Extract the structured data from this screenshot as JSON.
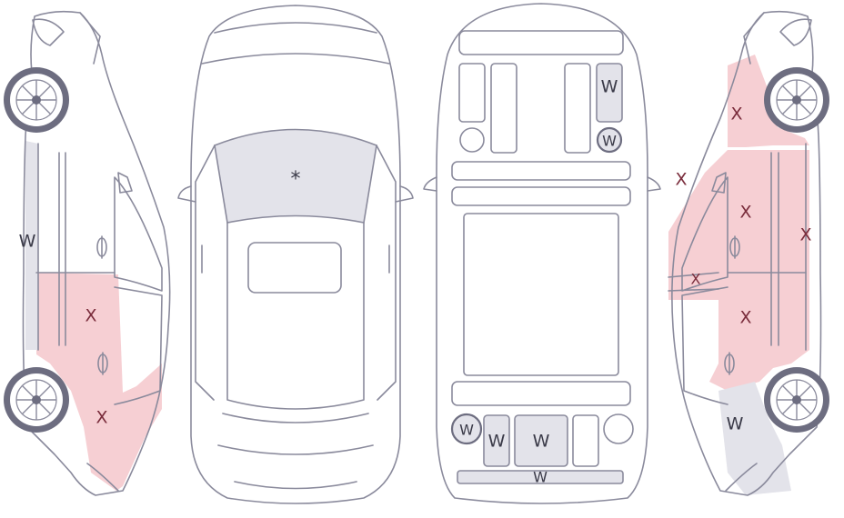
{
  "colors": {
    "outline": "#8a8a9c",
    "damage_pink": "#f6cfd3",
    "damage_gray": "#e3e3ea",
    "mark_x": "#7a2d3c",
    "mark_w": "#3a3a48",
    "wheel_tire": "#6d6d80"
  },
  "legend_codes": {
    "x": "X",
    "w": "W",
    "star": "*"
  },
  "views": {
    "left_side": {
      "marks": [
        "W",
        "X",
        "X"
      ]
    },
    "top": {
      "marks": [
        "*"
      ]
    },
    "underside": {
      "marks": [
        "W",
        "W",
        "W",
        "W",
        "W",
        "W"
      ]
    },
    "right_side": {
      "marks": [
        "X",
        "X",
        "X",
        "X",
        "X",
        "X",
        "W"
      ]
    }
  }
}
